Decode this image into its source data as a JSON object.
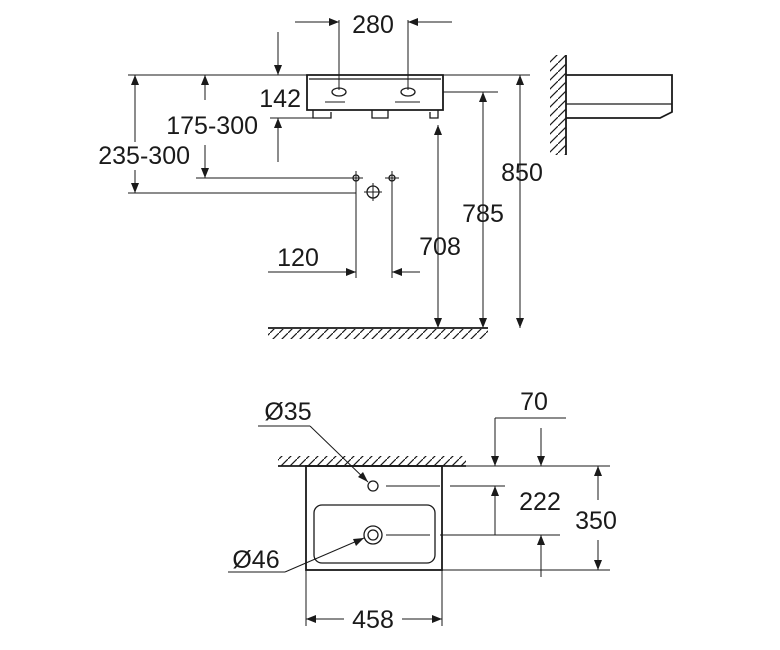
{
  "side_view": {
    "dims": {
      "tap_hole_spacing": "280",
      "basin_height": "142",
      "waste_height_range": "175-300",
      "supply_height_range": "235-300",
      "supply_spacing": "120",
      "waste_from_floor": "708",
      "underside_from_floor": "785",
      "rim_from_floor": "850"
    }
  },
  "plan_view": {
    "dims": {
      "tap_hole_diameter": "Ø35",
      "waste_diameter": "Ø46",
      "tap_hole_offset": "70",
      "waste_from_wall": "222",
      "depth": "350",
      "width": "458"
    }
  }
}
